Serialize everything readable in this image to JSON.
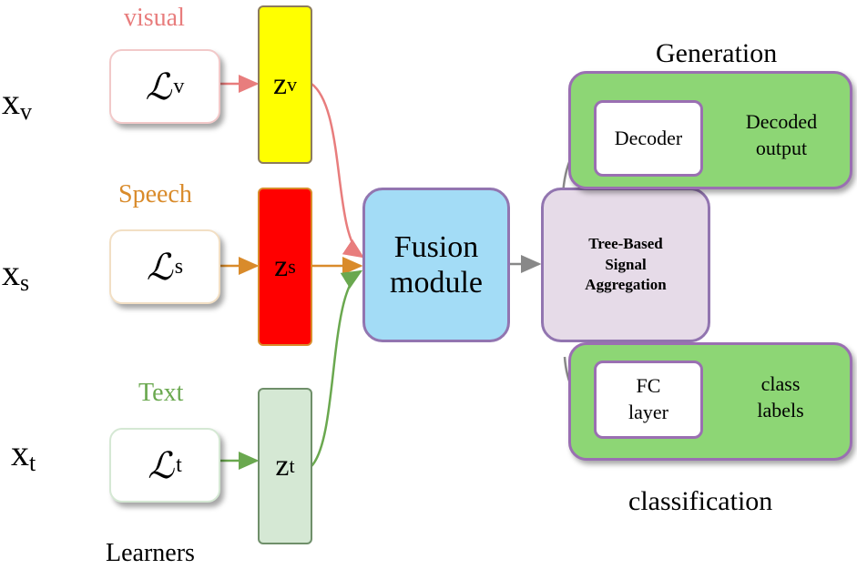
{
  "inputs": {
    "visual": {
      "base": "x",
      "sub": "v"
    },
    "speech": {
      "base": "x",
      "sub": "s"
    },
    "text": {
      "base": "x",
      "sub": "t"
    }
  },
  "modalities": {
    "visual": {
      "title": "visual",
      "learner_symbol": "ℒ",
      "learner_sub": "v",
      "latent_base": "z",
      "latent_sub": "v"
    },
    "speech": {
      "title": "Speech",
      "learner_symbol": "ℒ",
      "learner_sub": "s",
      "latent_base": "z",
      "latent_sub": "s"
    },
    "text": {
      "title": "Text",
      "learner_symbol": "ℒ",
      "learner_sub": "t",
      "latent_base": "z",
      "latent_sub": "t"
    }
  },
  "learners_label": "Learners",
  "fusion": {
    "line1": "Fusion",
    "line2": "module"
  },
  "tree": {
    "line1": "Tree-Based",
    "line2": "Signal",
    "line3": "Aggregation"
  },
  "generation": {
    "title": "Generation",
    "box_label": "Decoder",
    "output_line1": "Decoded",
    "output_line2": "output"
  },
  "classification": {
    "title": "classification",
    "box_line1": "FC",
    "box_line2": "layer",
    "output_line1": "class",
    "output_line2": "labels"
  },
  "colors": {
    "visual": "#e87d7d",
    "speech": "#d98b2b",
    "text": "#6aa84f",
    "latent_visual": "#ffff00",
    "latent_speech": "#ff0000",
    "latent_text": "#d5e8d4",
    "fusion": "#a3dcf6",
    "tree": "#e6dbe8",
    "panel": "#8dd675",
    "border_purple": "#9275b0",
    "arrow_gray": "#888888"
  }
}
